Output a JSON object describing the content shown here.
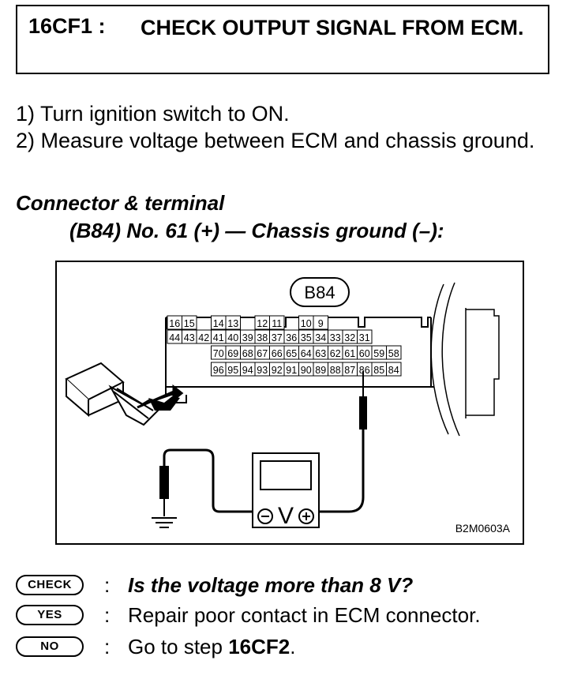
{
  "header": {
    "step_code": "16CF1 :",
    "step_title": "CHECK OUTPUT SIGNAL FROM ECM."
  },
  "instructions": [
    "1)  Turn ignition switch to ON.",
    "2)  Measure voltage between ECM and chassis ground."
  ],
  "connector": {
    "label": "Connector & terminal",
    "spec": "(B84) No. 61 (+) — Chassis ground (–):"
  },
  "figure": {
    "connector_id": "B84",
    "row1": [
      "16",
      "15",
      "",
      "14",
      "13",
      "",
      "12",
      "11",
      "",
      "10",
      "9"
    ],
    "row2": [
      "44",
      "43",
      "42",
      "41",
      "40",
      "39",
      "38",
      "37",
      "36",
      "35",
      "34",
      "33",
      "32",
      "31"
    ],
    "row3": [
      "70",
      "69",
      "68",
      "67",
      "66",
      "65",
      "64",
      "63",
      "62",
      "61",
      "60",
      "59",
      "58"
    ],
    "row4": [
      "96",
      "95",
      "94",
      "93",
      "92",
      "91",
      "90",
      "89",
      "88",
      "87",
      "86",
      "85",
      "84"
    ],
    "meter_symbol": "V",
    "figure_code": "B2M0603A"
  },
  "answers": {
    "check": {
      "badge": "CHECK",
      "colon": ":",
      "text": "Is the voltage more than 8 V?"
    },
    "yes": {
      "badge": "YES",
      "colon": ":",
      "text": "Repair poor contact in ECM connector."
    },
    "no": {
      "badge": "NO",
      "colon": ":",
      "text": "Go to step ",
      "ref": "16CF2",
      "suffix": "."
    }
  }
}
